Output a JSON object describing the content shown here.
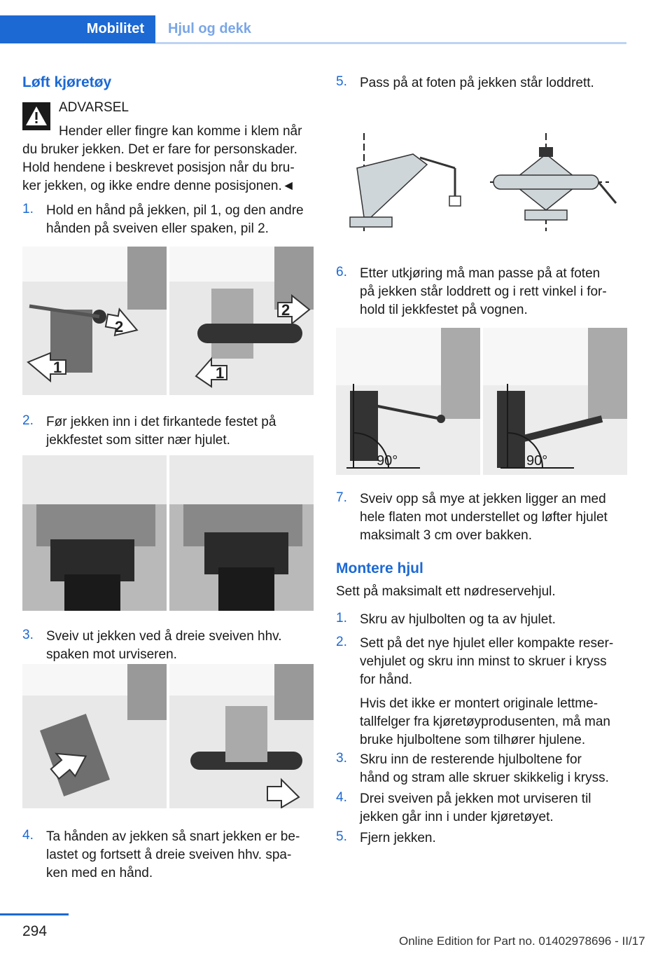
{
  "header": {
    "tab_active": "Mobilitet",
    "tab_inactive": "Hjul og dekk"
  },
  "left": {
    "heading": "Løft kjøretøy",
    "warning_label": "ADVARSEL",
    "warning_text_1": "Hender eller fingre kan komme i klem når",
    "warning_text_2": "du bruker jekken. Det er fare for personskader.",
    "warning_text_3": "Hold hendene i beskrevet posisjon når du bru-",
    "warning_text_4": "ker jekken, og ikke endre denne posisjonen.◄",
    "steps": [
      {
        "num": "1.",
        "line1": "Hold en hånd på jekken, pil 1, og den andre",
        "line2": "hånden på sveiven eller spaken, pil 2."
      },
      {
        "num": "2.",
        "line1": "Før jekken inn i det firkantede festet på",
        "line2": "jekkfestet som sitter nær hjulet."
      },
      {
        "num": "3.",
        "line1": "Sveiv ut jekken ved å dreie sveiven hhv.",
        "line2": "spaken mot urviseren."
      },
      {
        "num": "4.",
        "line1": "Ta hånden av jekken så snart jekken er be-",
        "line2": "lastet og fortsett å dreie sveiven hhv. spa-",
        "line3": "ken med en hånd."
      }
    ],
    "fig1_labels": [
      "1",
      "2",
      "2",
      "1"
    ]
  },
  "right": {
    "steps_a": [
      {
        "num": "5.",
        "line1": "Pass på at foten på jekken står loddrett."
      },
      {
        "num": "6.",
        "line1": "Etter utkjøring må man passe på at foten",
        "line2": "på jekken står loddrett og i rett vinkel i for-",
        "line3": "hold til jekkfestet på vognen."
      },
      {
        "num": "7.",
        "line1": "Sveiv opp så mye at jekken ligger an med",
        "line2": "hele flaten mot understellet og løfter hjulet",
        "line3": "maksimalt 3 cm over bakken."
      }
    ],
    "angle_labels": [
      "90°",
      "90°"
    ],
    "heading": "Montere hjul",
    "intro": "Sett på maksimalt ett nødreservehjul.",
    "steps_b": [
      {
        "num": "1.",
        "line1": "Skru av hjulbolten og ta av hjulet."
      },
      {
        "num": "2.",
        "line1": "Sett på det nye hjulet eller kompakte reser-",
        "line2": "vehjulet og skru inn minst to skruer i kryss",
        "line3": "for hånd."
      },
      {
        "num": "",
        "line1": "Hvis det ikke er montert originale lettme-",
        "line2": "tallfelger fra kjøretøyprodusenten, må man",
        "line3": "bruke hjulboltene som tilhører hjulene."
      },
      {
        "num": "3.",
        "line1": "Skru inn de resterende hjulboltene for",
        "line2": "hånd og stram alle skruer skikkelig i kryss."
      },
      {
        "num": "4.",
        "line1": "Drei sveiven på jekken mot urviseren til",
        "line2": "jekken går inn i under kjøretøyet."
      },
      {
        "num": "5.",
        "line1": "Fjern jekken."
      }
    ]
  },
  "footer": {
    "page_number": "294",
    "edition": "Online Edition for Part no. 01402978696 - II/17"
  },
  "colors": {
    "accent": "#1c69d4",
    "accent_light": "#bcd3f3"
  }
}
